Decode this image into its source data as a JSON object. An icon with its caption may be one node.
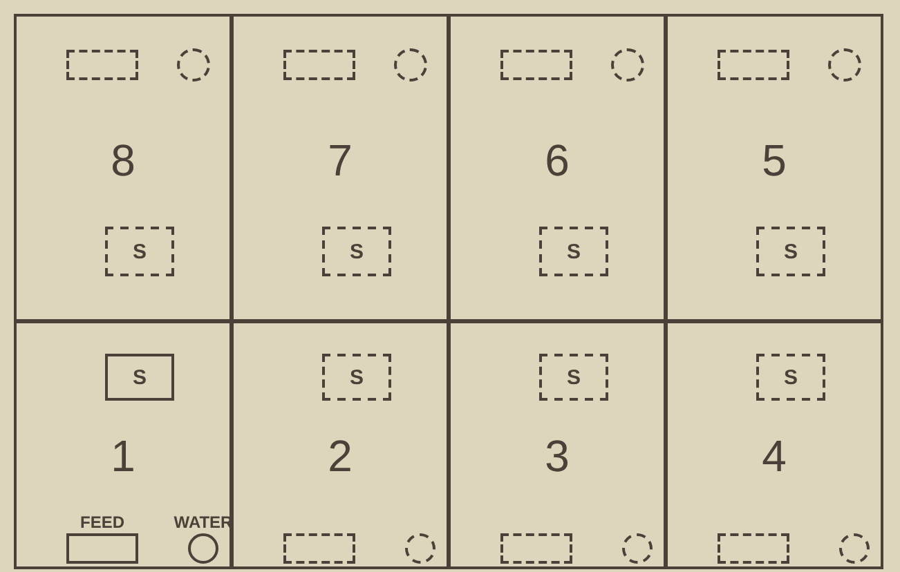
{
  "diagram": {
    "nodes": [
      {
        "text": [
          "8"
        ]
      },
      {
        "text": [],
        "shape": "box",
        "in": 0
      },
      {
        "text": [],
        "shape": "circle",
        "in": 0
      },
      {
        "text": [
          "S"
        ],
        "in": 0
      },
      {
        "text": [
          "7"
        ]
      },
      {
        "text": [],
        "shape": "box",
        "in": 4
      },
      {
        "text": [],
        "shape": "circle",
        "in": 4
      },
      {
        "text": [
          "S"
        ],
        "in": 4
      },
      {
        "text": [
          "6"
        ]
      },
      {
        "text": [],
        "shape": "box",
        "in": 8
      },
      {
        "text": [],
        "shape": "circle",
        "in": 8
      },
      {
        "text": [
          "S"
        ],
        "in": 8
      },
      {
        "text": [
          "5"
        ]
      },
      {
        "text": [],
        "shape": "box",
        "in": 12
      },
      {
        "text": [],
        "shape": "circle",
        "in": 12
      },
      {
        "text": [
          "S"
        ],
        "in": 12
      },
      {
        "text": [
          "1"
        ]
      },
      {
        "text": [],
        "shape": "box",
        "in": 16,
        "beside": [
          "FEED"
        ]
      },
      {
        "text": [],
        "shape": "circle",
        "in": 16,
        "beside": [
          "WATER"
        ]
      },
      {
        "text": [
          "S"
        ],
        "in": 16
      },
      {
        "text": [
          "2"
        ]
      },
      {
        "text": [],
        "shape": "box",
        "in": 20
      },
      {
        "text": [],
        "shape": "circle",
        "in": 20
      },
      {
        "text": [
          "S"
        ],
        "in": 20
      },
      {
        "text": [
          "3"
        ]
      },
      {
        "text": [],
        "shape": "box",
        "in": 24
      },
      {
        "text": [],
        "shape": "circle",
        "in": 24
      },
      {
        "text": [
          "S"
        ],
        "in": 24
      },
      {
        "text": [
          "4"
        ]
      },
      {
        "text": [],
        "shape": "box",
        "in": 28
      },
      {
        "text": [],
        "shape": "circle",
        "in": 28
      },
      {
        "text": [
          "S"
        ],
        "in": 28
      }
    ]
  }
}
